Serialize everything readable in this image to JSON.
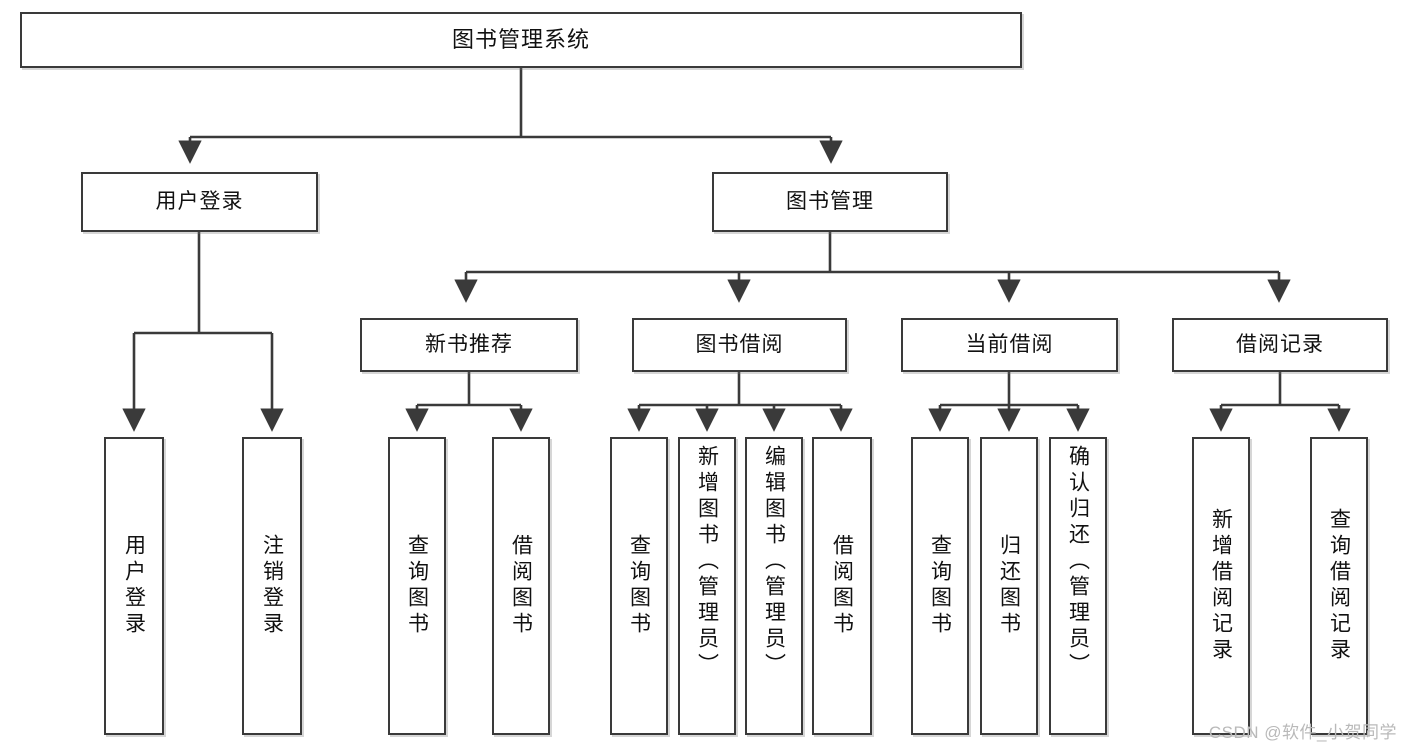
{
  "diagram": {
    "title": "图书管理系统",
    "type": "tree",
    "watermark": "CSDN @软件_小贺同学",
    "colors": {
      "border": "#3a3a3a",
      "fill": "#ffffff",
      "text": "#111111",
      "edge": "#3a3a3a",
      "watermark": "#b9b9b9"
    },
    "nodes": {
      "root": {
        "label": "图书管理系统"
      },
      "tier2": [
        {
          "label": "用户登录"
        },
        {
          "label": "图书管理"
        }
      ],
      "tier3": [
        {
          "label": "新书推荐"
        },
        {
          "label": "图书借阅"
        },
        {
          "label": "当前借阅"
        },
        {
          "label": "借阅记录"
        }
      ],
      "leaves_user_login": [
        {
          "label": "用户登录"
        },
        {
          "label": "注销登录"
        }
      ],
      "leaves_new_book": [
        {
          "label": "查询图书"
        },
        {
          "label": "借阅图书"
        }
      ],
      "leaves_borrow": [
        {
          "label": "查询图书"
        },
        {
          "label": "新增图书（管理员）"
        },
        {
          "label": "编辑图书（管理员）"
        },
        {
          "label": "借阅图书"
        }
      ],
      "leaves_current": [
        {
          "label": "查询图书"
        },
        {
          "label": "归还图书"
        },
        {
          "label": "确认归还（管理员）"
        }
      ],
      "leaves_records": [
        {
          "label": "新增借阅记录"
        },
        {
          "label": "查询借阅记录"
        }
      ]
    }
  }
}
